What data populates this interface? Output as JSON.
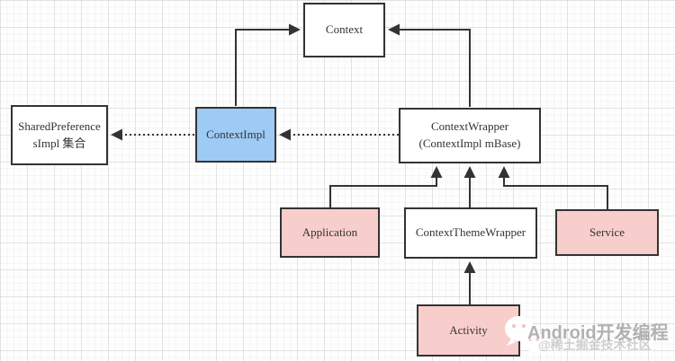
{
  "diagram": {
    "nodes": {
      "context": {
        "label": "Context",
        "fill": "white"
      },
      "shared_preferences": {
        "line1": "SharedPreference",
        "line2": "sImpl 集合",
        "fill": "white"
      },
      "context_impl": {
        "label": "ContextImpl",
        "fill": "blue"
      },
      "context_wrapper": {
        "line1": "ContextWrapper",
        "line2": "(ContextImpl mBase)",
        "fill": "white"
      },
      "application": {
        "label": "Application",
        "fill": "pink"
      },
      "context_theme_wrapper": {
        "label": "ContextThemeWrapper",
        "fill": "white"
      },
      "service": {
        "label": "Service",
        "fill": "pink"
      },
      "activity": {
        "label": "Activity",
        "fill": "pink"
      }
    },
    "edges": [
      {
        "from": "ContextImpl",
        "to": "Context",
        "style": "solid"
      },
      {
        "from": "ContextWrapper",
        "to": "Context",
        "style": "solid"
      },
      {
        "from": "ContextWrapper",
        "to": "ContextImpl",
        "style": "dotted"
      },
      {
        "from": "ContextImpl",
        "to": "SharedPreferencesImpl 集合",
        "style": "dotted"
      },
      {
        "from": "Application",
        "to": "ContextWrapper",
        "style": "solid"
      },
      {
        "from": "ContextThemeWrapper",
        "to": "ContextWrapper",
        "style": "solid"
      },
      {
        "from": "Service",
        "to": "ContextWrapper",
        "style": "solid"
      },
      {
        "from": "Activity",
        "to": "ContextThemeWrapper",
        "style": "solid"
      }
    ]
  },
  "watermark": {
    "icon": "wechat-icon",
    "line1": "Android开发编程",
    "line2": "@稀土掘金技术社区"
  },
  "colors": {
    "node_border": "#333333",
    "white_fill": "#ffffff",
    "blue_fill": "#9dcbf6",
    "pink_fill": "#f8cecc",
    "arrow": "#333333",
    "node_text": "#333333",
    "watermark_text": "#999999"
  }
}
